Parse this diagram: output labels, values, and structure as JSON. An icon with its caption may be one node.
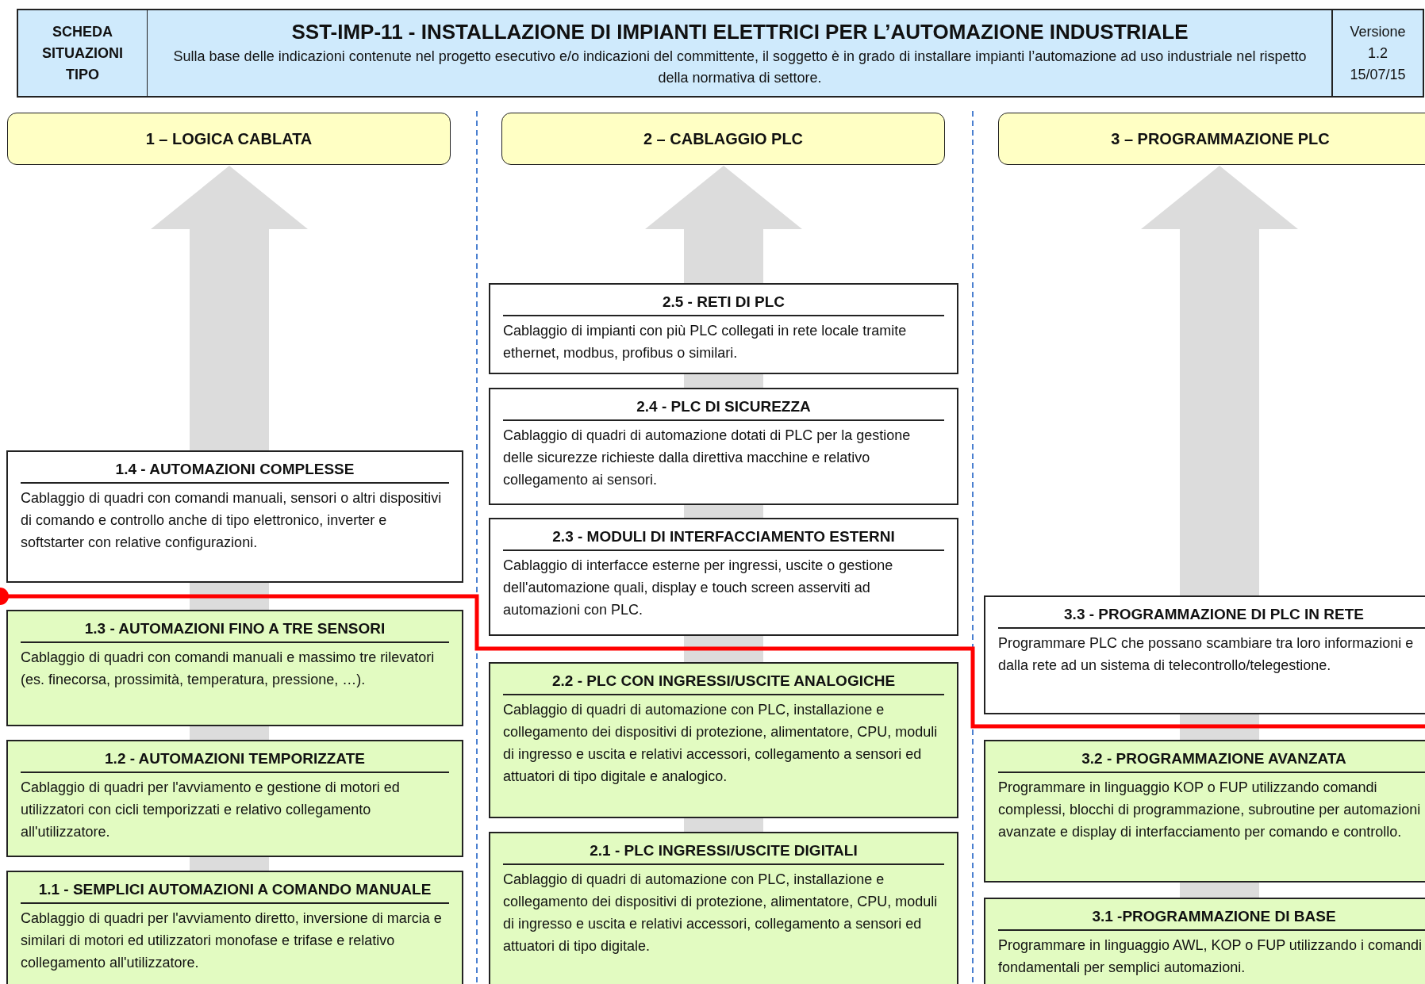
{
  "diagram": {
    "nodes": [
      {
        "text": [
          "SCHEDA SITUAZIONI TIPO"
        ]
      },
      {
        "text": [
          "SST-IMP-11 - INSTALLAZIONE DI IMPIANTI ELETTRICI PER L’AUTOMAZIONE INDUSTRIALE",
          "Sulla base delle indicazioni contenute nel progetto esecutivo e/o indicazioni del committente, il soggetto è in grado di installare impianti l’automazione ad uso industriale nel rispetto della normativa di settore."
        ]
      },
      {
        "text": [
          "Versione 1.2 15/07/15"
        ]
      },
      {
        "text": [
          "1 – LOGICA CABLATA"
        ]
      },
      {
        "text": [
          "2 – CABLAGGIO PLC"
        ]
      },
      {
        "text": [
          "3 – PROGRAMMAZIONE PLC"
        ]
      },
      {
        "text": [
          "1.4 - AUTOMAZIONI COMPLESSE",
          "Cablaggio di quadri con comandi manuali, sensori o altri dispositivi di comando e controllo anche di tipo elettronico, inverter e softstarter con relative configurazioni."
        ]
      },
      {
        "text": [
          "1.3 - AUTOMAZIONI FINO A TRE SENSORI",
          "Cablaggio di quadri con comandi manuali e massimo tre rilevatori (es. finecorsa, prossimità, temperatura, pressione, …)."
        ]
      },
      {
        "text": [
          "1.2 - AUTOMAZIONI TEMPORIZZATE",
          "Cablaggio di quadri per l'avviamento e gestione di motori ed utilizzatori con cicli temporizzati e relativo collegamento all'utilizzatore."
        ]
      },
      {
        "text": [
          "1.1 - SEMPLICI AUTOMAZIONI A COMANDO MANUALE",
          "Cablaggio di quadri per l'avviamento diretto, inversione di marcia e similari di motori ed utilizzatori monofase e trifase e relativo collegamento all'utilizzatore."
        ]
      },
      {
        "text": [
          "2.5 - RETI DI PLC",
          "Cablaggio di impianti con più PLC collegati in rete locale tramite ethernet, modbus, profibus o similari."
        ]
      },
      {
        "text": [
          "2.4 - PLC DI SICUREZZA",
          "Cablaggio di quadri di automazione dotati di PLC per la gestione delle sicurezze richieste dalla direttiva macchine e relativo collegamento ai sensori."
        ]
      },
      {
        "text": [
          "2.3 - MODULI DI INTERFACCIAMENTO ESTERNI",
          "Cablaggio di interfacce esterne per ingressi, uscite o gestione dell'automazione quali, display e touch screen asserviti ad automazioni con PLC."
        ]
      },
      {
        "text": [
          "2.2 - PLC CON INGRESSI/USCITE ANALOGICHE",
          "Cablaggio di quadri di automazione con PLC, installazione e collegamento dei dispositivi di protezione, alimentatore, CPU, moduli di ingresso e uscita e relativi accessori, collegamento a sensori ed attuatori di tipo digitale e analogico."
        ]
      },
      {
        "text": [
          "2.1 - PLC INGRESSI/USCITE DIGITALI",
          "Cablaggio di quadri di automazione con PLC, installazione e collegamento dei dispositivi di protezione, alimentatore, CPU, moduli di ingresso e uscita e relativi accessori, collegamento a sensori ed attuatori di tipo digitale."
        ]
      },
      {
        "text": [
          "3.3 - PROGRAMMAZIONE DI PLC IN RETE",
          "Programmare PLC che possano scambiare tra loro informazioni e dalla rete ad un sistema di telecontrollo/telegestione."
        ]
      },
      {
        "text": [
          "3.2 - PROGRAMMAZIONE AVANZATA",
          "Programmare in linguaggio KOP o FUP utilizzando comandi complessi, blocchi di programmazione, subroutine per automazioni avanzate e display di interfacciamento per comando e controllo."
        ]
      },
      {
        "text": [
          "3.1 -PROGRAMMAZIONE DI BASE",
          "Programmare in linguaggio AWL, KOP o FUP utilizzando i comandi fondamentali per semplici automazioni."
        ]
      }
    ]
  }
}
